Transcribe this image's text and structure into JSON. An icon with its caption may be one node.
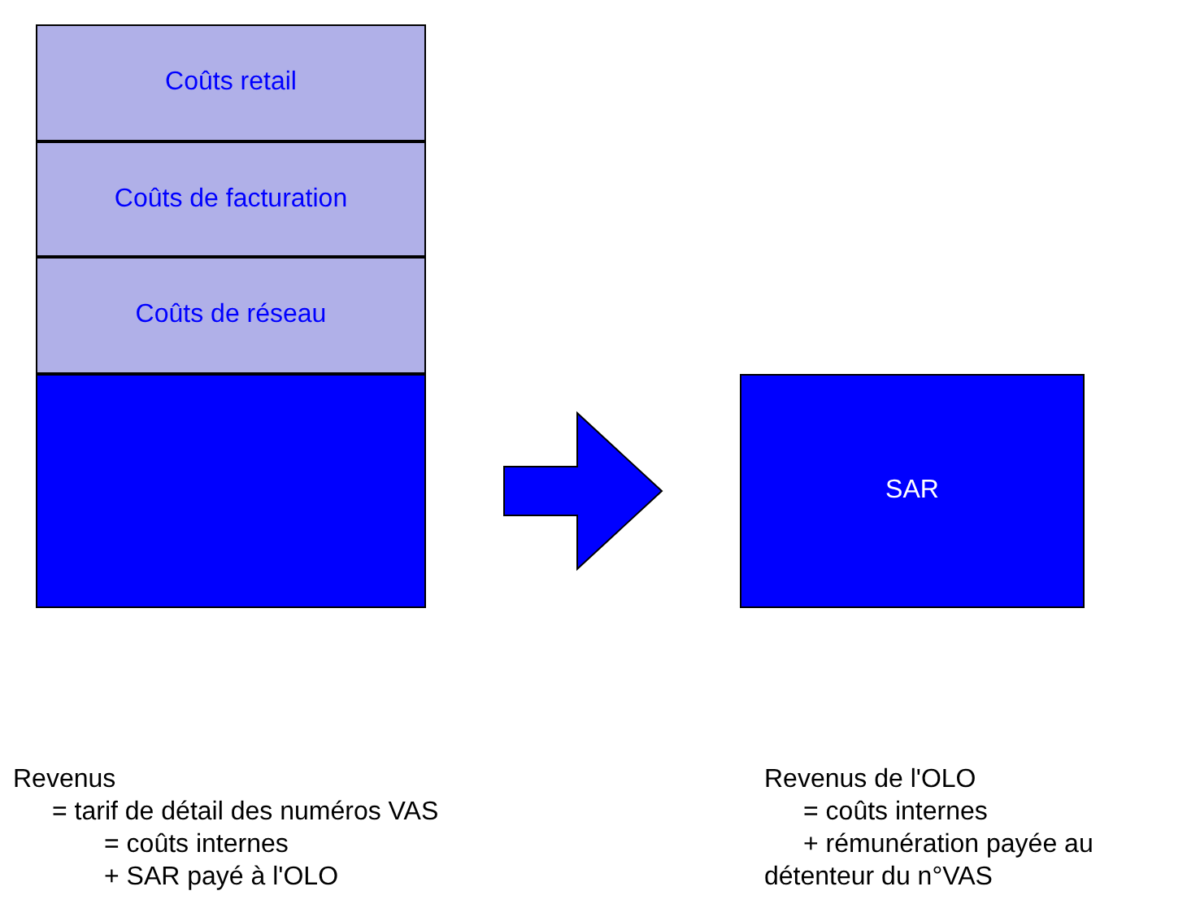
{
  "diagram": {
    "nodes": [
      {
        "text": [
          "Coûts retail"
        ]
      },
      {
        "text": [
          "Coûts de facturation"
        ]
      },
      {
        "text": [
          "Coûts de réseau"
        ]
      },
      {
        "text": [],
        "shape": "box"
      },
      {
        "text": [
          "SAR"
        ]
      }
    ],
    "edges": [
      {
        "from": 3,
        "to": 4,
        "arrow": "to"
      }
    ],
    "labels": [
      "Revenus",
      "= tarif de détail des numéros VAS",
      "= coûts internes",
      "+ SAR payé à l'OLO",
      "Revenus de l'OLO",
      "= coûts internes",
      "+ rémunération payée au détenteur du n°VAS"
    ]
  }
}
